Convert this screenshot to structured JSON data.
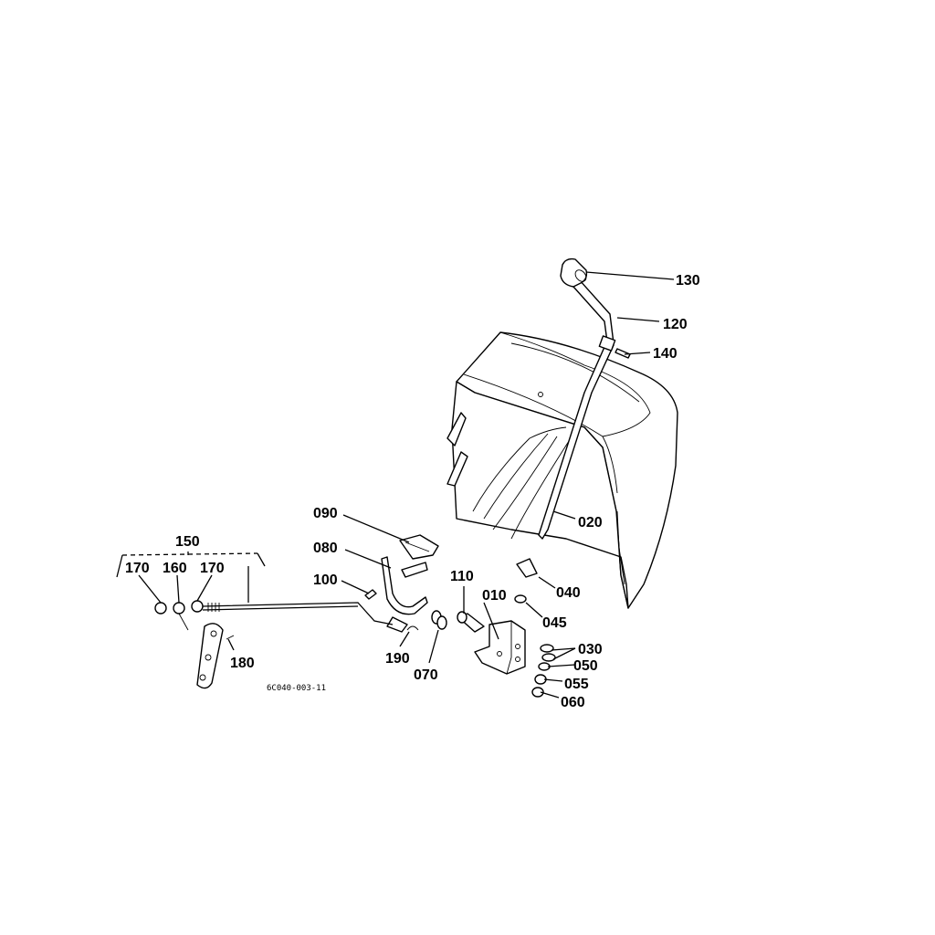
{
  "diagram": {
    "drawing_code": "6C040-003-11",
    "callouts": {
      "c130": "130",
      "c120": "120",
      "c140": "140",
      "c020": "020",
      "c090": "090",
      "c080": "080",
      "c100": "100",
      "c150": "150",
      "c170a": "170",
      "c160": "160",
      "c170b": "170",
      "c180": "180",
      "c110": "110",
      "c010": "010",
      "c040": "040",
      "c045": "045",
      "c030": "030",
      "c050": "050",
      "c055": "055",
      "c060": "060",
      "c190": "190",
      "c070": "070"
    }
  }
}
